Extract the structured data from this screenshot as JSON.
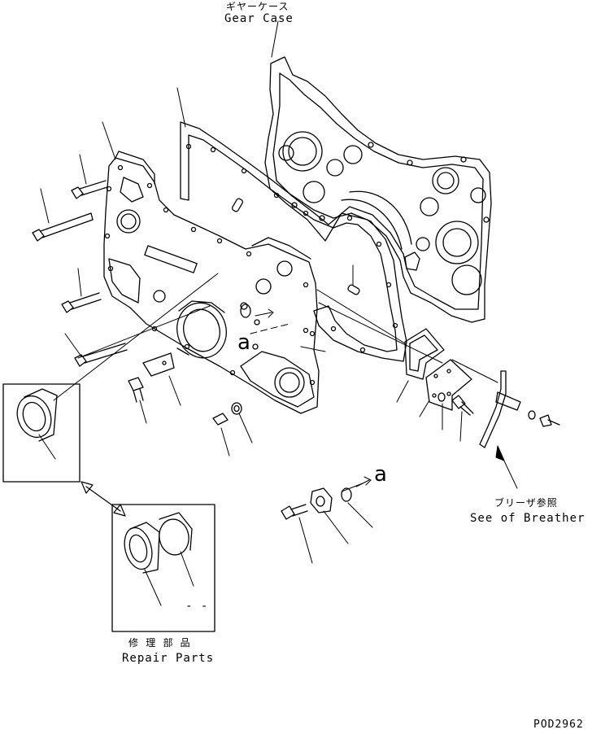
{
  "labels": {
    "gear_case_jp": "ギヤーケース",
    "gear_case_en": "Gear Case",
    "breather_jp": "ブリーザ参照",
    "breather_en": "See of Breather",
    "repair_jp": "修 理 部 品",
    "repair_en": "Repair Parts",
    "ref_a_1": "a",
    "ref_a_2": "a",
    "dash": "- -",
    "drawing_code": "POD2962"
  },
  "colors": {
    "line": "#000000",
    "background": "#ffffff"
  }
}
